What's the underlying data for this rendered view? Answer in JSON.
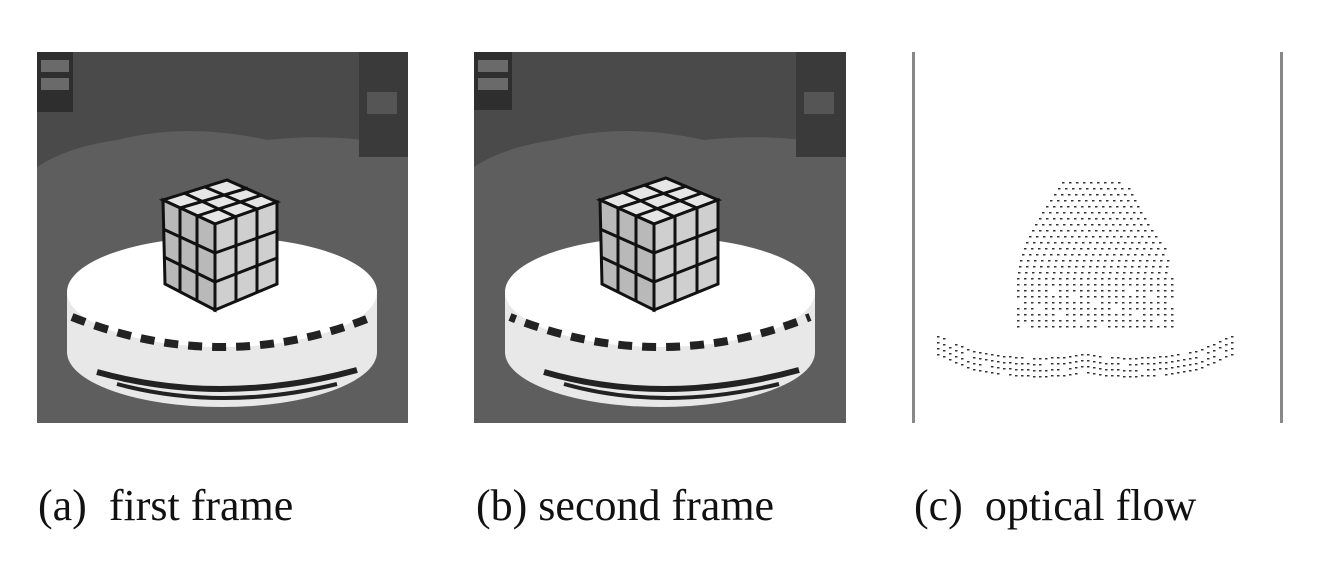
{
  "figure": {
    "panels": [
      {
        "id": "a",
        "caption": "(a)  first frame"
      },
      {
        "id": "b",
        "caption": "(b) second frame"
      },
      {
        "id": "c",
        "caption": "(c)  optical flow"
      }
    ]
  }
}
